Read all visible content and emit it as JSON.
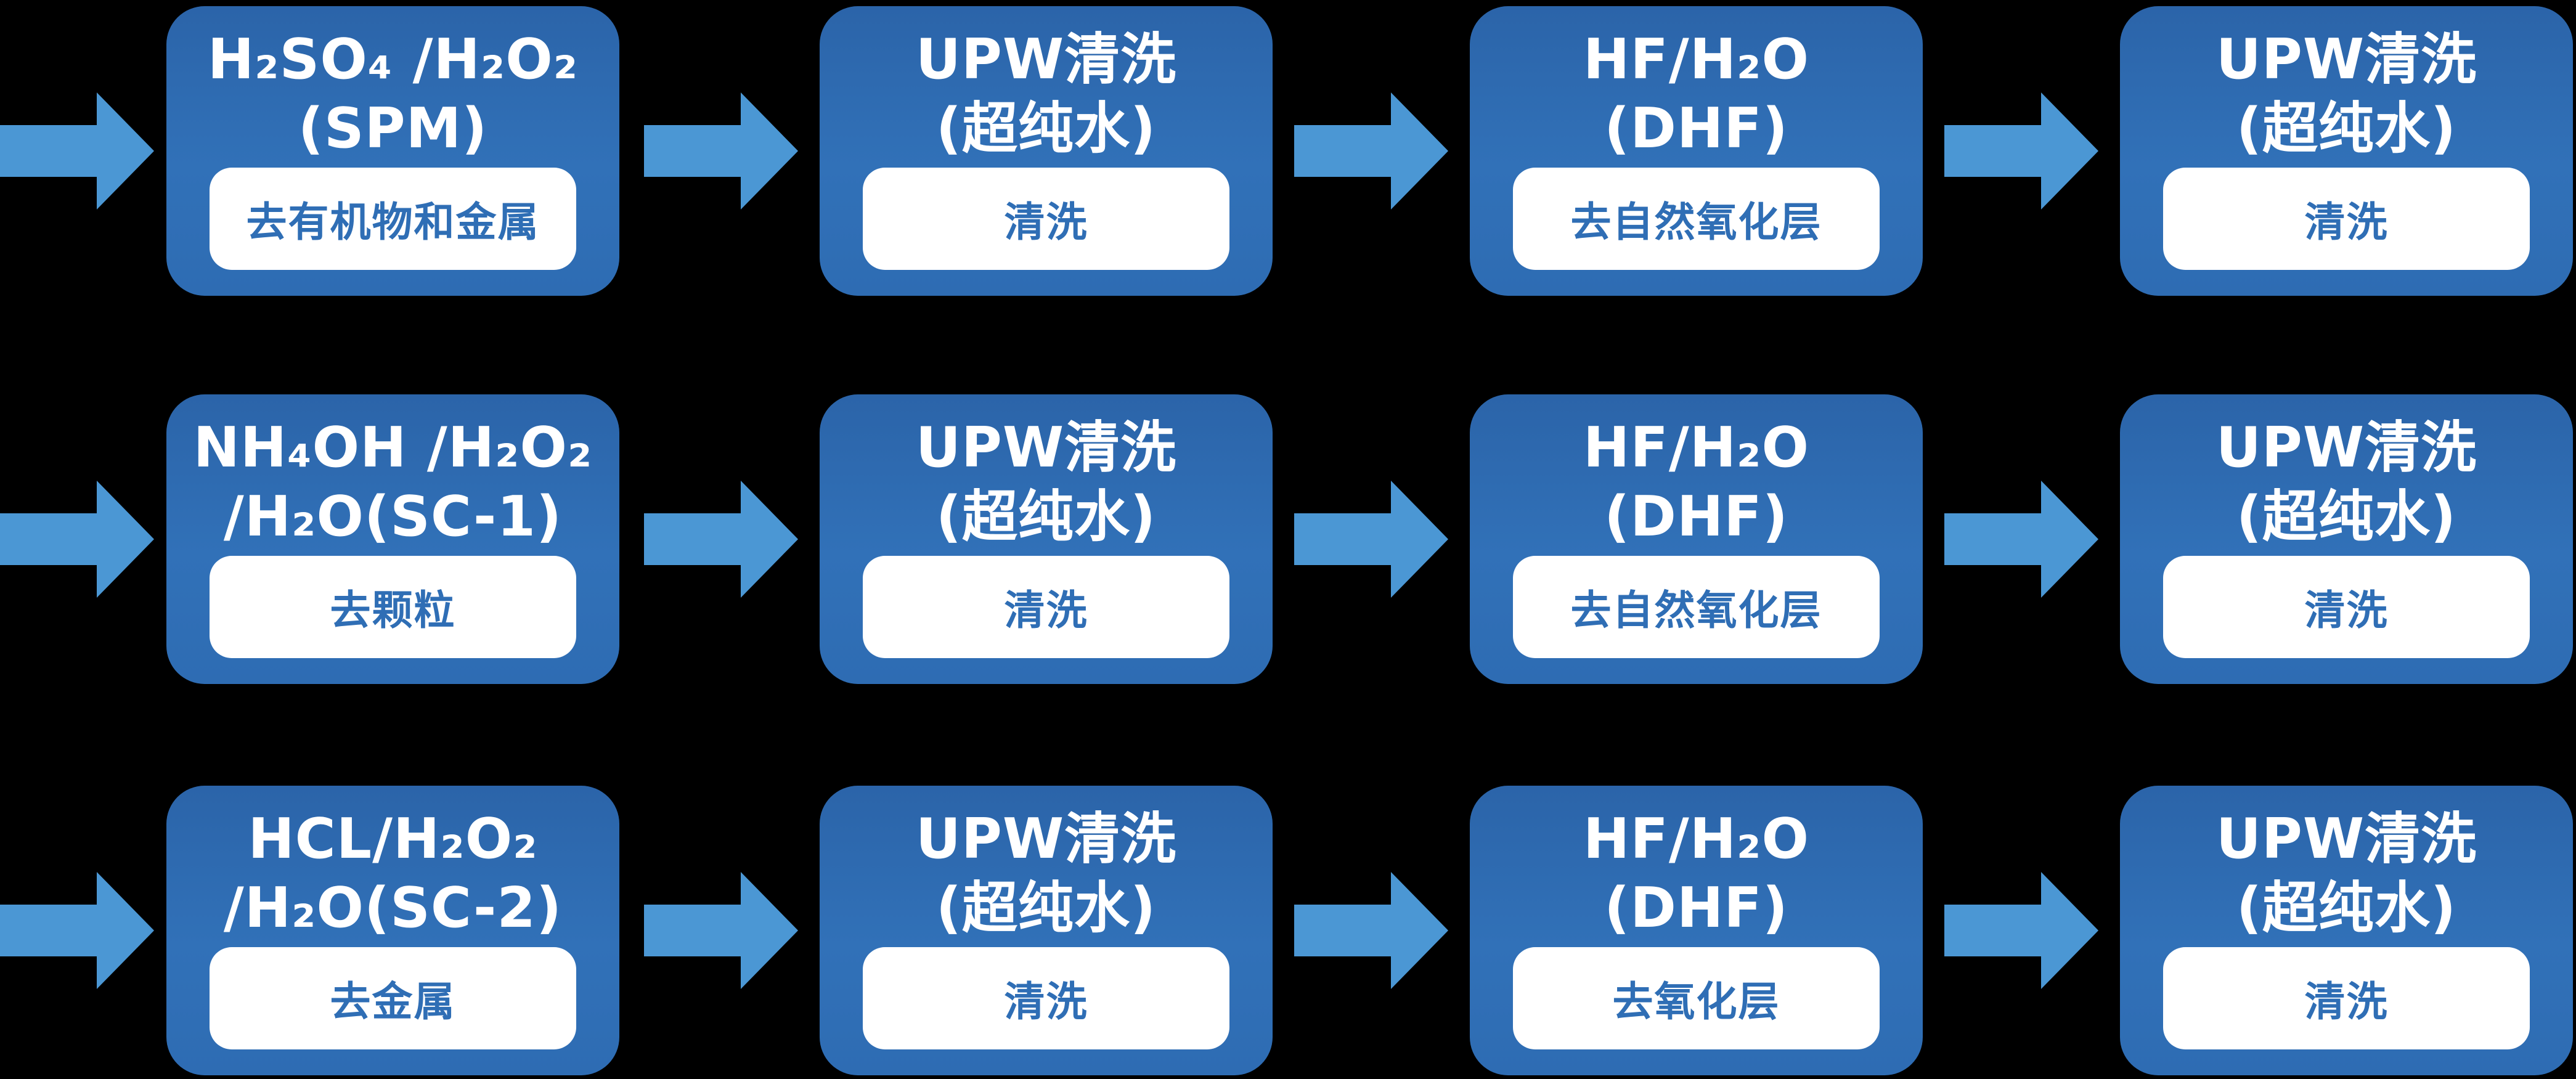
{
  "colors": {
    "background": "#000000",
    "box_fill": "#2e6cb3",
    "arrow_fill": "#4b97d4",
    "title_text": "#ffffff",
    "subbox_fill": "#ffffff",
    "label_text": "#2f6eb5"
  },
  "flow": {
    "rows": [
      {
        "steps": [
          {
            "chemical": [
              "H₂SO₄ /H₂O₂",
              "(SPM)"
            ],
            "function": "去有机物和金属"
          },
          {
            "chemical": [
              "UPW清洗",
              "(超纯水)"
            ],
            "function": "清洗"
          },
          {
            "chemical": [
              "HF/H₂O",
              "(DHF)"
            ],
            "function": "去自然氧化层"
          },
          {
            "chemical": [
              "UPW清洗",
              "(超纯水)"
            ],
            "function": "清洗"
          }
        ]
      },
      {
        "steps": [
          {
            "chemical": [
              "NH₄OH /H₂O₂",
              "/H₂O(SC-1)"
            ],
            "function": "去颗粒"
          },
          {
            "chemical": [
              "UPW清洗",
              "(超纯水)"
            ],
            "function": "清洗"
          },
          {
            "chemical": [
              "HF/H₂O",
              "(DHF)"
            ],
            "function": "去自然氧化层"
          },
          {
            "chemical": [
              "UPW清洗",
              "(超纯水)"
            ],
            "function": "清洗"
          }
        ]
      },
      {
        "steps": [
          {
            "chemical": [
              "HCL/H₂O₂",
              "/H₂O(SC-2)"
            ],
            "function": "去金属"
          },
          {
            "chemical": [
              "UPW清洗",
              "(超纯水)"
            ],
            "function": "清洗"
          },
          {
            "chemical": [
              "HF/H₂O",
              "(DHF)"
            ],
            "function": "去氧化层"
          },
          {
            "chemical": [
              "UPW清洗",
              "(超纯水)"
            ],
            "function": "清洗"
          }
        ]
      }
    ]
  }
}
